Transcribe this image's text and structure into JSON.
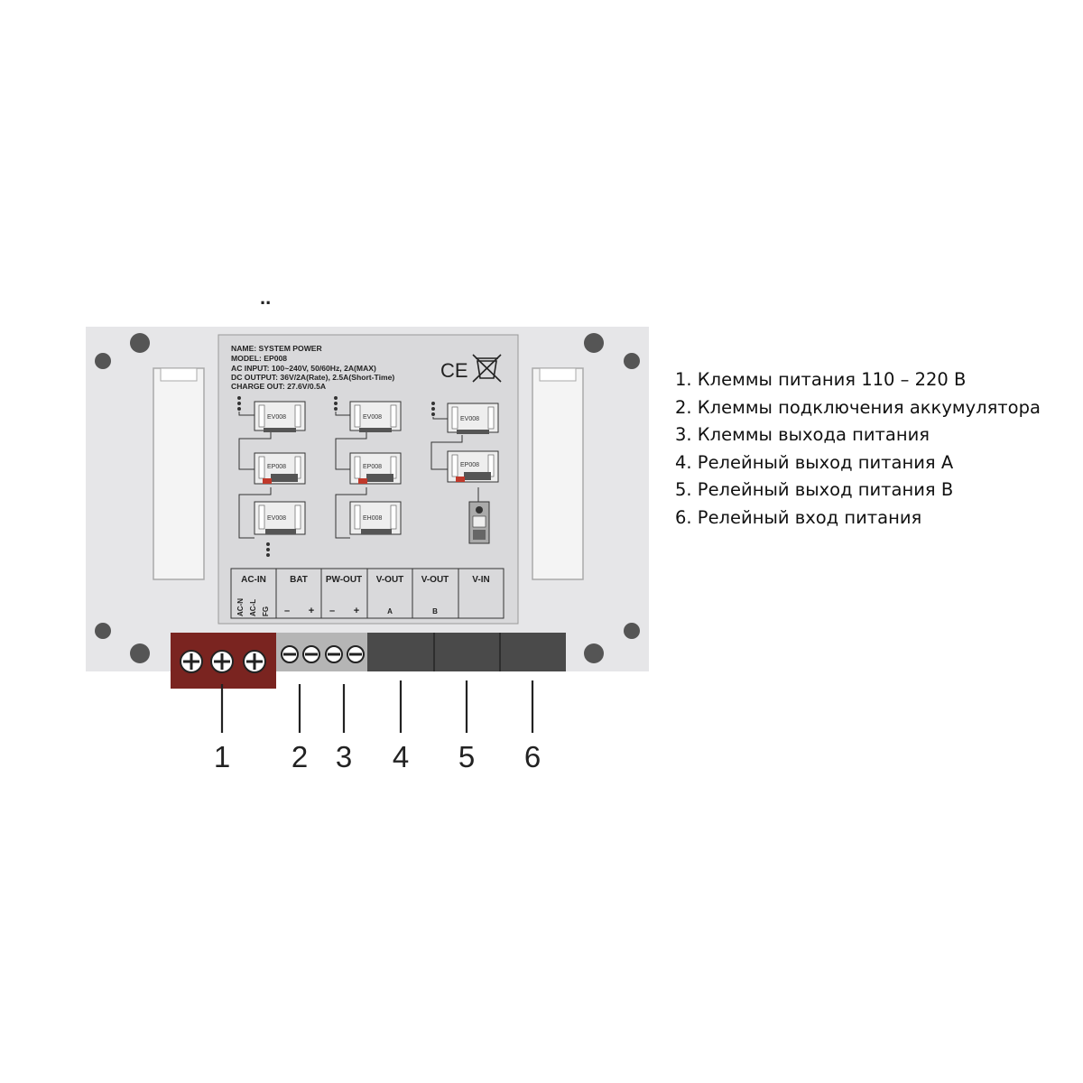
{
  "top_marks": "..",
  "label": {
    "name": "NAME: SYSTEM POWER",
    "model": "MODEL: EP008",
    "ac_input": "AC INPUT: 100~240V, 50/60Hz, 2A(MAX)",
    "dc_output": "DC OUTPUT: 36V/2A(Rate), 2.5A(Short-Time)",
    "charge_out": "CHARGE OUT: 27.6V/0.5A",
    "ce_mark": "CE"
  },
  "modules": {
    "ev": "EV008",
    "ep": "EP008",
    "eh": "EH008"
  },
  "terminals": {
    "ac_in": "AC-IN",
    "ac_n": "AC-N",
    "ac_l": "AC-L",
    "fg": "FG",
    "bat": "BAT",
    "pw_out": "PW-OUT",
    "v_out": "V-OUT",
    "v_in": "V-IN",
    "minus": "–",
    "plus": "+",
    "a": "A",
    "b": "B"
  },
  "callouts": [
    "1",
    "2",
    "3",
    "4",
    "5",
    "6"
  ],
  "legend": [
    "1. Клеммы питания 110 – 220 В",
    "2. Клеммы подключения аккумулятора",
    "3. Клеммы выхода питания",
    "4. Релейный выход питания А",
    "5. Релейный выход питания В",
    "6. Релейный вход питания"
  ],
  "colors": {
    "housing": "#e6e6e8",
    "label_panel": "#d9d9db",
    "ac_block": "#7a2420",
    "bat_block": "#b5b5b5",
    "relay_block": "#4a4a4a",
    "mounting_hole": "#555555"
  }
}
